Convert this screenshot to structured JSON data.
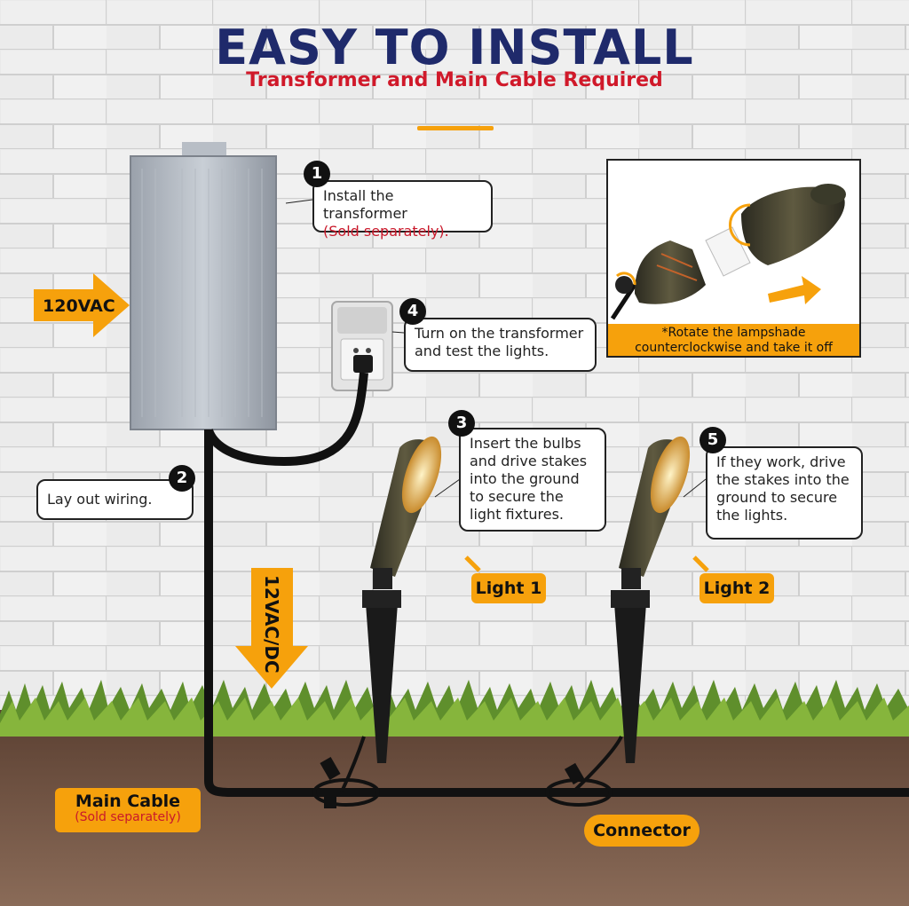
{
  "header": {
    "title": "EASY TO INSTALL",
    "subtitle": "Transformer and Main Cable Required"
  },
  "steps": [
    {
      "number": "1",
      "text": "Install the transformer",
      "note": "(Sold separately)."
    },
    {
      "number": "2",
      "text": "Lay out wiring."
    },
    {
      "number": "3",
      "text": "Insert the bulbs and drive  stakes into the ground to secure the light fixtures."
    },
    {
      "number": "4",
      "text": "Turn on the transformer and test the lights."
    },
    {
      "number": "5",
      "text": "If they work, drive the stakes into the ground to secure the lights."
    }
  ],
  "labels": {
    "input_voltage": "120VAC",
    "output_voltage": "12VAC/DC",
    "light1": "Light 1",
    "light2": "Light 2",
    "main_cable": "Main Cable",
    "main_cable_note": "(Sold separately)",
    "connector": "Connector"
  },
  "inset": {
    "caption_line1": "*Rotate the lampshade",
    "caption_line2": "counterclockwise and take it off"
  },
  "colors": {
    "title": "#1f2a6b",
    "subtitle": "#d0192a",
    "accent": "#f6a10c",
    "cable": "#111111"
  }
}
